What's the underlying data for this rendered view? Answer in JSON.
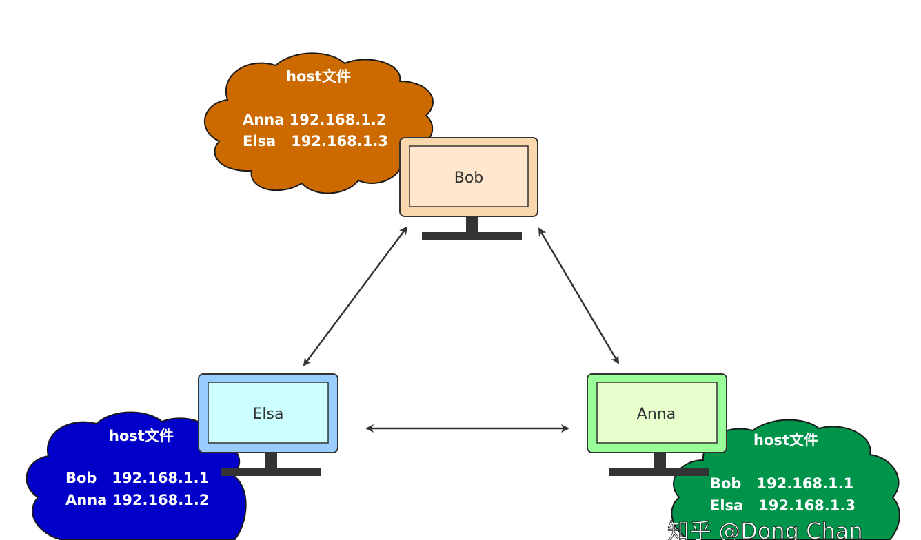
{
  "colors": {
    "cloud_bob": "#cc6a00",
    "cloud_elsa": "#0000c8",
    "cloud_anna": "#00934a",
    "monitor_bob_frame": "#fad7ac",
    "monitor_bob_screen": "#ffe6cc",
    "monitor_elsa_frame": "#99ccff",
    "monitor_elsa_screen": "#ccffff",
    "monitor_anna_frame": "#99ff99",
    "monitor_anna_screen": "#e6ffcc",
    "stand": "#333333",
    "arrow": "#333333"
  },
  "nodes": {
    "bob": {
      "name": "Bob"
    },
    "elsa": {
      "name": "Elsa"
    },
    "anna": {
      "name": "Anna"
    }
  },
  "clouds": {
    "bob": {
      "title": "host文件",
      "lines": [
        "Anna 192.168.1.2",
        "Elsa   192.168.1.3"
      ]
    },
    "elsa": {
      "title": "host文件",
      "lines": [
        "Bob   192.168.1.1",
        "Anna 192.168.1.2"
      ]
    },
    "anna": {
      "title": "host文件",
      "lines": [
        "Bob   192.168.1.1",
        "Elsa   192.168.1.3"
      ]
    }
  },
  "watermark": "知乎 @Dong Chan"
}
